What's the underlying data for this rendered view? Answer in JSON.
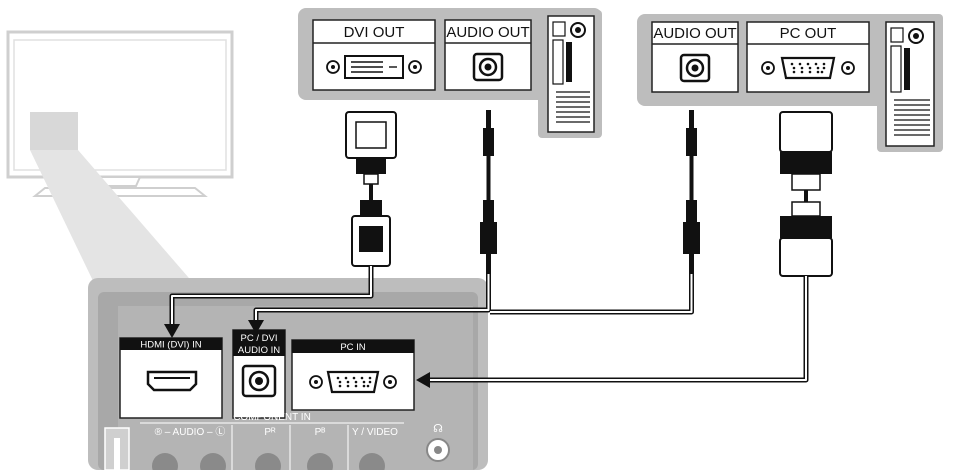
{
  "pc1": {
    "dvi_out_label": "DVI OUT",
    "audio_out_label": "AUDIO OUT"
  },
  "pc2": {
    "audio_out_label": "AUDIO OUT",
    "pc_out_label": "PC OUT"
  },
  "tv_panel": {
    "hdmi_dvi_in_label": "HDMI (DVI) IN",
    "pc_dvi_audio_in_label_line1": "PC / DVI",
    "pc_dvi_audio_in_label_line2": "AUDIO IN",
    "pc_in_label": "PC IN",
    "component_in_label": "COMPONENT IN",
    "audio_lr_label": "® – AUDIO – Ⓛ",
    "pr_label": "Pᴿ",
    "pb_label": "Pᴮ",
    "y_video_label": "Y / VIDEO"
  },
  "colors": {
    "panel_gray": "#bdbdbd",
    "panel_dark": "#9e9e9e",
    "label_black": "#111111",
    "cable_black": "#1a1a1a"
  }
}
